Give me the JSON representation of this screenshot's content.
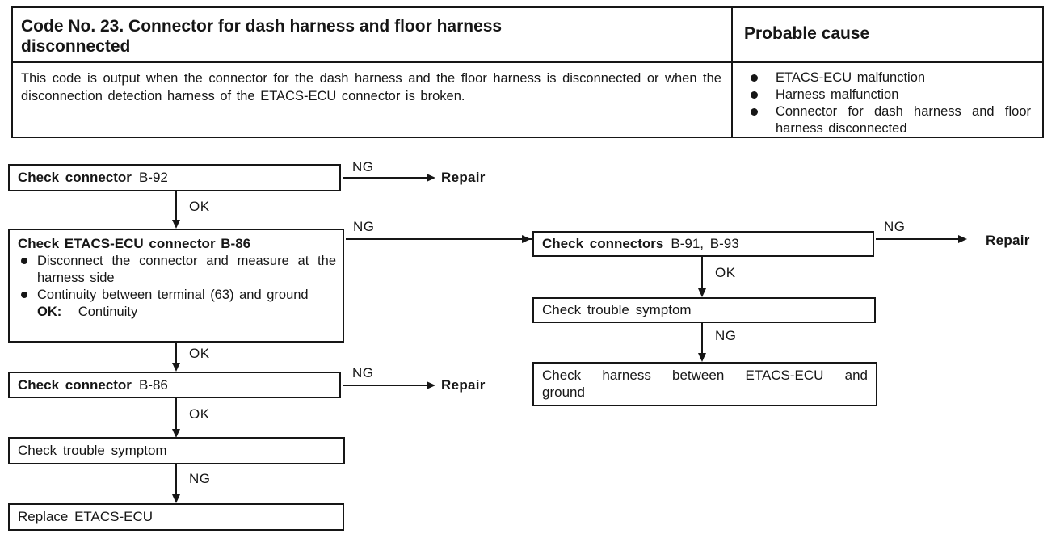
{
  "ink_color": "#161616",
  "table": {
    "title": "Code No. 23. Connector for dash harness and floor harness disconnected",
    "probable_cause_heading": "Probable cause",
    "description": "This code is output when the connector for the dash harness and the floor harness is disconnected or when the disconnection detection harness of the ETACS-ECU connector is broken.",
    "causes": [
      "ETACS-ECU malfunction",
      "Harness malfunction",
      "Connector for dash harness and floor harness disconnected"
    ]
  },
  "labels": {
    "ng": "NG",
    "ok": "OK",
    "repair": "Repair"
  },
  "flowchart": {
    "step_check_b92": {
      "action": "Check connector",
      "ref": "B-92"
    },
    "step_etacs_connector": {
      "title": "Check ETACS-ECU connector B-86",
      "bullets": [
        "Disconnect the connector and measure at the harness side",
        "Continuity between terminal (63) and ground"
      ],
      "ok_label": "OK:",
      "ok_value": "Continuity"
    },
    "step_check_b86": {
      "action": "Check connector",
      "ref": "B-86"
    },
    "step_trouble_left": {
      "text": "Check trouble symptom"
    },
    "step_replace": {
      "text": "Replace ETACS-ECU"
    },
    "step_check_b91_b93": {
      "action": "Check connectors",
      "ref": "B-91, B-93"
    },
    "step_trouble_right": {
      "text": "Check trouble symptom"
    },
    "step_harness_ground": {
      "text": "Check harness between ETACS-ECU and ground"
    }
  }
}
